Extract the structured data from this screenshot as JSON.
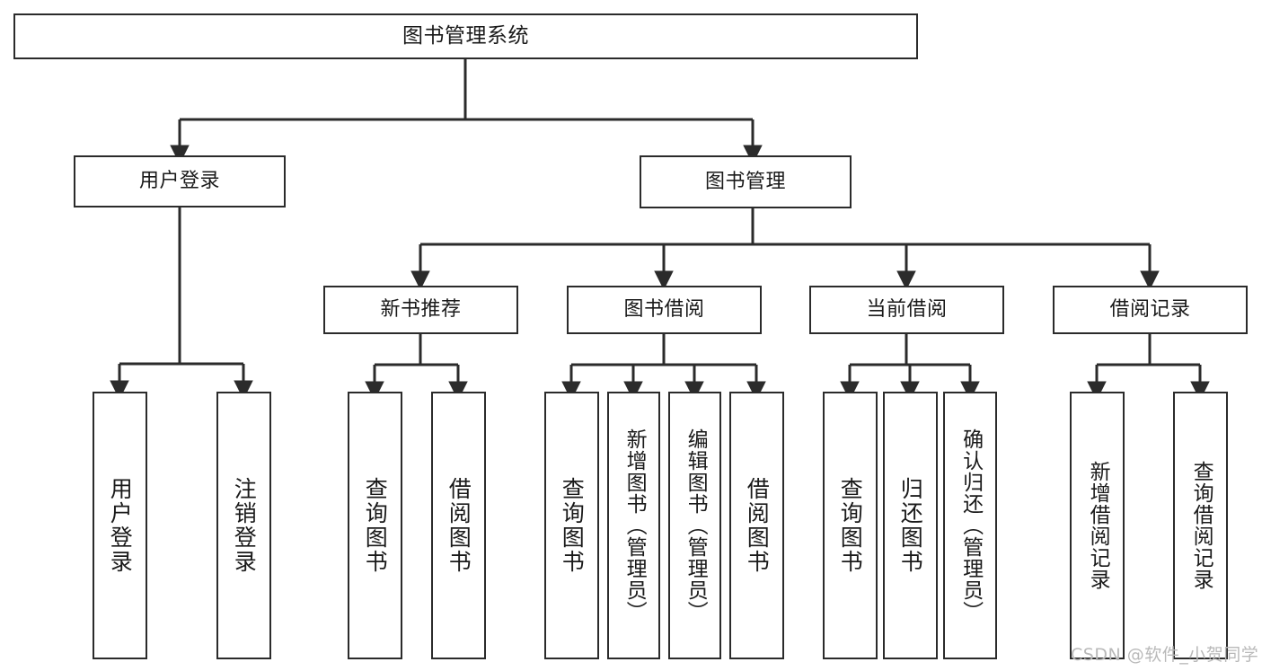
{
  "diagram": {
    "title": "图书管理系统",
    "type": "tree-hierarchy",
    "watermark": "CSDN @软件_小贺同学",
    "colors": {
      "stroke": "#2b2b2b",
      "fill": "#ffffff",
      "text": "#1a1a1a",
      "watermark": "#b9b9b9"
    },
    "nodes": {
      "root": {
        "label": "图书管理系统"
      },
      "level1": [
        {
          "id": "user-login",
          "label": "用户登录"
        },
        {
          "id": "book-manage",
          "label": "图书管理"
        }
      ],
      "level2": [
        {
          "id": "new-book-recommend",
          "label": "新书推荐"
        },
        {
          "id": "book-borrow",
          "label": "图书借阅"
        },
        {
          "id": "current-borrow",
          "label": "当前借阅"
        },
        {
          "id": "borrow-record",
          "label": "借阅记录"
        }
      ],
      "leaves": [
        {
          "id": "leaf-user-login",
          "label": "用户登录",
          "parent": "user-login"
        },
        {
          "id": "leaf-logout-login",
          "label": "注销登录",
          "parent": "user-login"
        },
        {
          "id": "leaf-query-book-1",
          "label": "查询图书",
          "parent": "new-book-recommend"
        },
        {
          "id": "leaf-borrow-book-1",
          "label": "借阅图书",
          "parent": "new-book-recommend"
        },
        {
          "id": "leaf-query-book-2",
          "label": "查询图书",
          "parent": "book-borrow"
        },
        {
          "id": "leaf-add-book-admin",
          "label": "新增图书（管理员）",
          "parent": "book-borrow"
        },
        {
          "id": "leaf-edit-book-admin",
          "label": "编辑图书（管理员）",
          "parent": "book-borrow"
        },
        {
          "id": "leaf-borrow-book-2",
          "label": "借阅图书",
          "parent": "book-borrow"
        },
        {
          "id": "leaf-query-book-3",
          "label": "查询图书",
          "parent": "current-borrow"
        },
        {
          "id": "leaf-return-book",
          "label": "归还图书",
          "parent": "current-borrow"
        },
        {
          "id": "leaf-confirm-return-admin",
          "label": "确认归还（管理员）",
          "parent": "current-borrow"
        },
        {
          "id": "leaf-add-borrow-record",
          "label": "新增借阅记录",
          "parent": "borrow-record"
        },
        {
          "id": "leaf-query-borrow-record",
          "label": "查询借阅记录",
          "parent": "borrow-record"
        }
      ]
    }
  }
}
